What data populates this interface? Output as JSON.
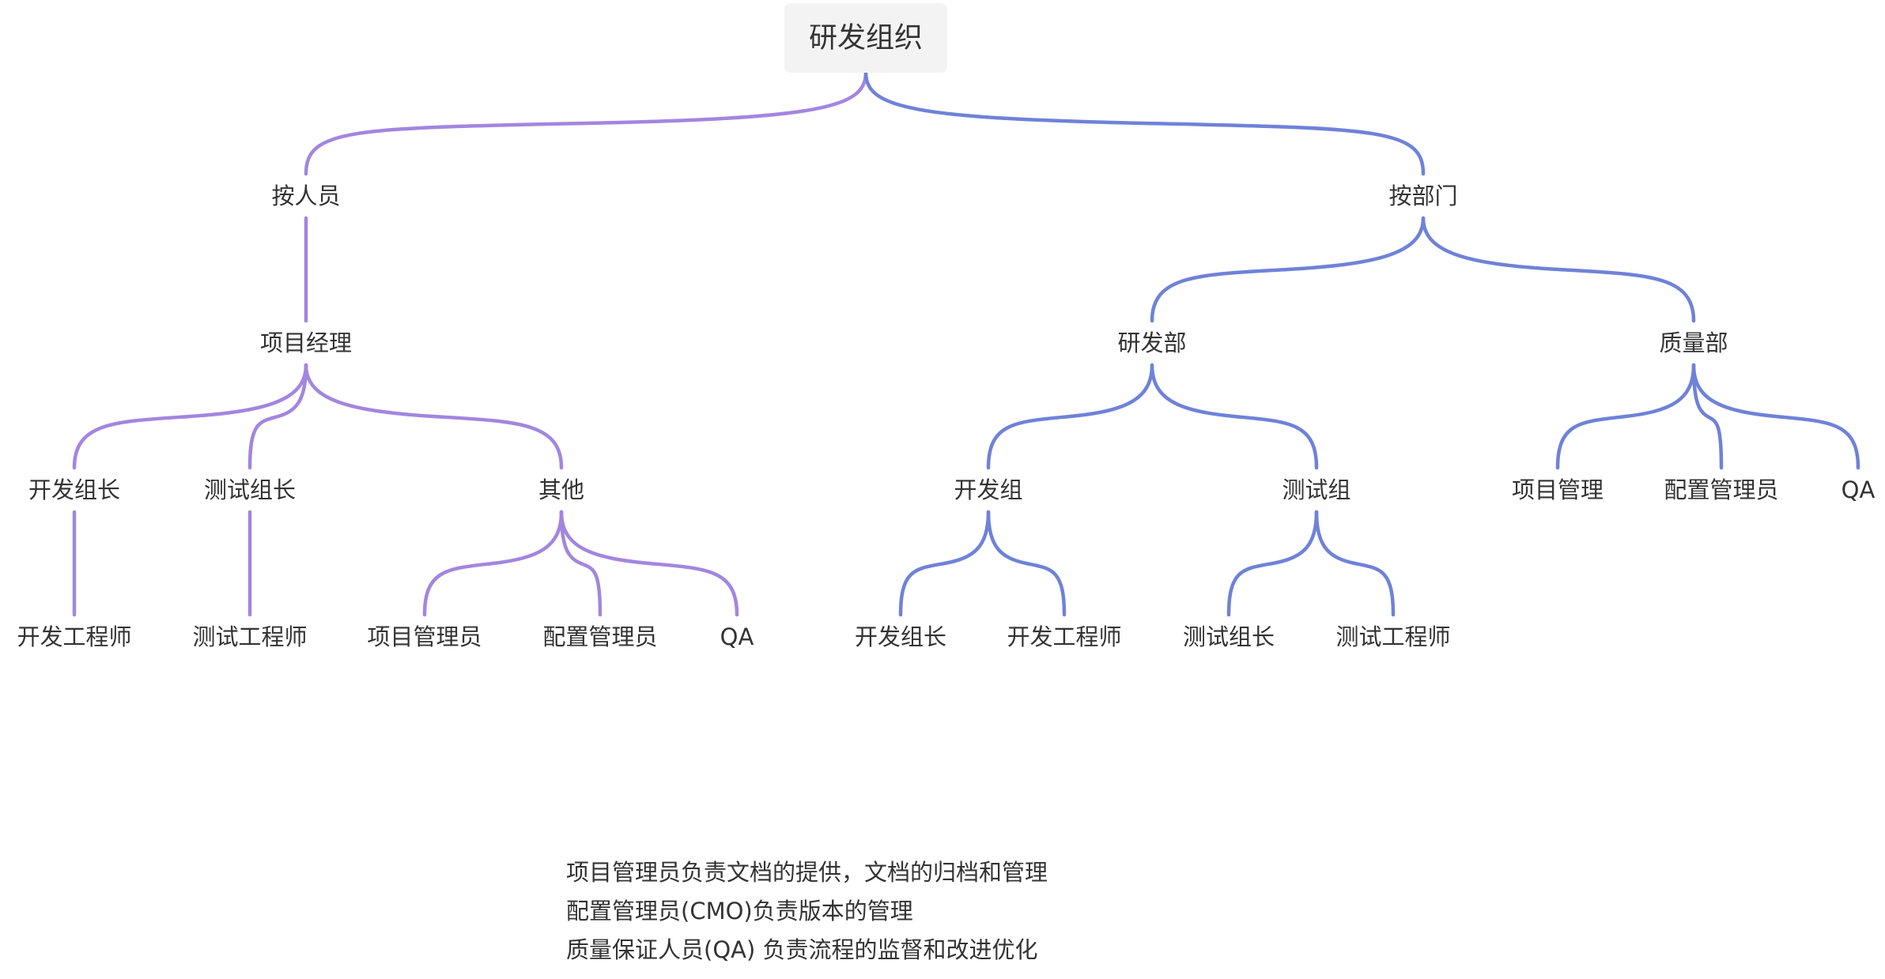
{
  "diagram": {
    "type": "tree",
    "colors": {
      "left_branch": "#a286df",
      "right_branch": "#6f82d8",
      "root_background": "#f3f3f3",
      "text": "#333333"
    },
    "root": {
      "id": "root",
      "label": "研发组织",
      "children": [
        {
          "id": "by-person",
          "label": "按人员",
          "color": "left",
          "children": [
            {
              "id": "pm",
              "label": "项目经理",
              "color": "left",
              "children": [
                {
                  "id": "dev-lead",
                  "label": "开发组长",
                  "color": "left",
                  "children": [
                    {
                      "id": "dev-engineer",
                      "label": "开发工程师",
                      "color": "left",
                      "children": []
                    }
                  ]
                },
                {
                  "id": "test-lead",
                  "label": "测试组长",
                  "color": "left",
                  "children": [
                    {
                      "id": "test-engineer",
                      "label": "测试工程师",
                      "color": "left",
                      "children": []
                    }
                  ]
                },
                {
                  "id": "other",
                  "label": "其他",
                  "color": "left",
                  "children": [
                    {
                      "id": "project-admin",
                      "label": "项目管理员",
                      "color": "left",
                      "children": []
                    },
                    {
                      "id": "config-admin",
                      "label": "配置管理员",
                      "color": "left",
                      "children": []
                    },
                    {
                      "id": "qa-1",
                      "label": "QA",
                      "color": "left",
                      "children": []
                    }
                  ]
                }
              ]
            }
          ]
        },
        {
          "id": "by-dept",
          "label": "按部门",
          "color": "right",
          "children": [
            {
              "id": "rd-dept",
              "label": "研发部",
              "color": "right",
              "children": [
                {
                  "id": "dev-group",
                  "label": "开发组",
                  "color": "right",
                  "children": [
                    {
                      "id": "dev-group-lead",
                      "label": "开发组长",
                      "color": "right",
                      "children": []
                    },
                    {
                      "id": "dev-group-engineer",
                      "label": "开发工程师",
                      "color": "right",
                      "children": []
                    }
                  ]
                },
                {
                  "id": "test-group",
                  "label": "测试组",
                  "color": "right",
                  "children": [
                    {
                      "id": "test-group-lead",
                      "label": "测试组长",
                      "color": "right",
                      "children": []
                    },
                    {
                      "id": "test-group-engineer",
                      "label": "测试工程师",
                      "color": "right",
                      "children": []
                    }
                  ]
                }
              ]
            },
            {
              "id": "qa-dept",
              "label": "质量部",
              "color": "right",
              "children": [
                {
                  "id": "project-mgmt",
                  "label": "项目管理",
                  "color": "right",
                  "children": []
                },
                {
                  "id": "config-admin-2",
                  "label": "配置管理员",
                  "color": "right",
                  "children": []
                },
                {
                  "id": "qa-2",
                  "label": "QA",
                  "color": "right",
                  "children": []
                }
              ]
            }
          ]
        }
      ]
    }
  },
  "notes": [
    "项目管理员负责文档的提供，文档的归档和管理",
    "配置管理员(CMO)负责版本的管理",
    "质量保证人员(QA) 负责流程的监督和改进优化"
  ]
}
